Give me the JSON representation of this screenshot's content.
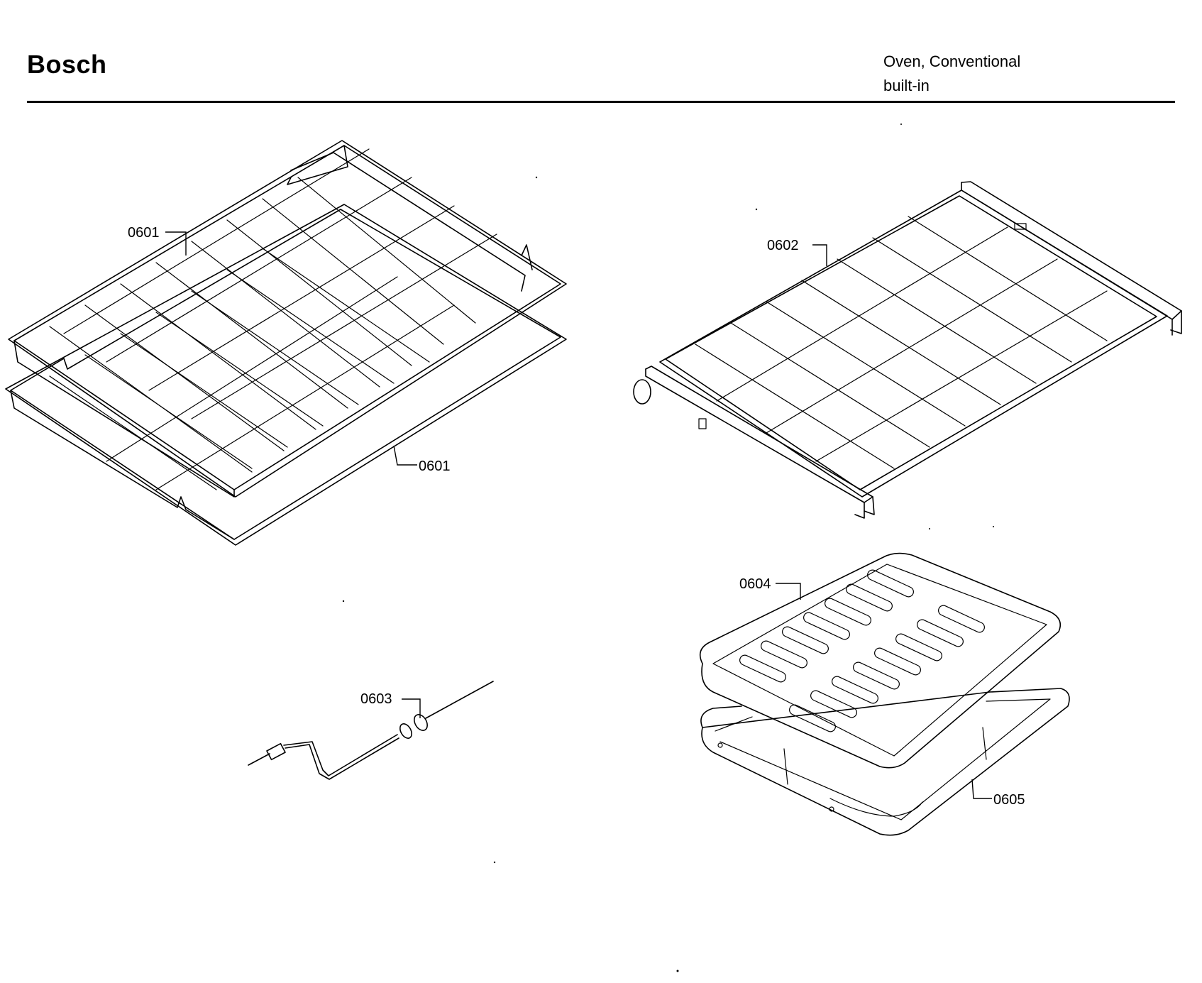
{
  "header": {
    "brand": "Bosch",
    "product_line1": "Oven, Conventional",
    "product_line2": "built-in"
  },
  "parts": {
    "rack_upper_label": "0601",
    "rack_lower_label": "0601",
    "sliding_rack_label": "0602",
    "meat_probe_label": "0603",
    "broil_grid_label": "0604",
    "broil_pan_label": "0605"
  }
}
